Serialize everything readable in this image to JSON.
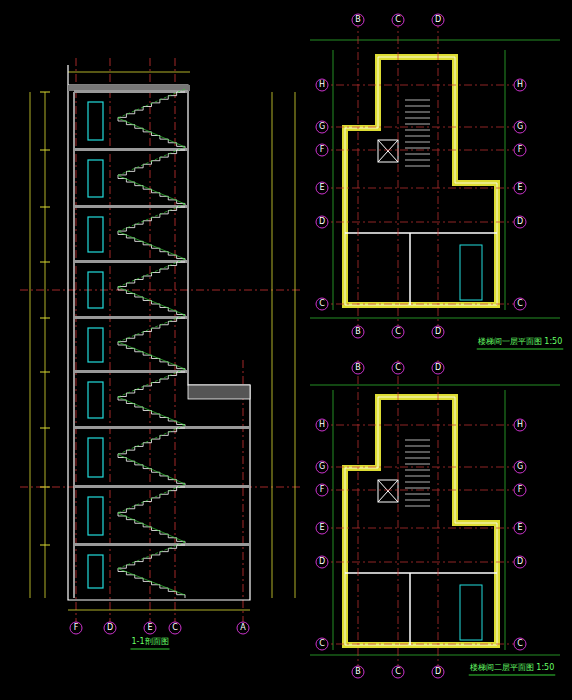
{
  "diagram": {
    "labels": [
      "F",
      "D",
      "E",
      "C",
      "A",
      "1-1剖面图",
      "B",
      "C",
      "D",
      "H",
      "G",
      "F",
      "E",
      "D",
      "C",
      "H",
      "G",
      "F",
      "E",
      "D",
      "C",
      "B",
      "C",
      "D",
      "楼梯间一层平面图 1:50",
      "B",
      "C",
      "D",
      "H",
      "G",
      "F",
      "E",
      "D",
      "C",
      "H",
      "G",
      "F",
      "E",
      "D",
      "C",
      "B",
      "C",
      "D",
      "楼梯间二层平面图 1:50"
    ]
  }
}
